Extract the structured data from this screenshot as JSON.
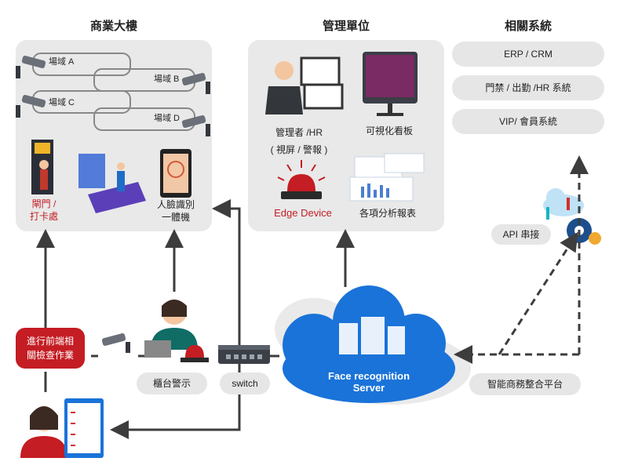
{
  "headers": {
    "building": "商業大樓",
    "management": "管理單位",
    "related": "相關系統"
  },
  "building": {
    "areas": [
      "場域 A",
      "場域 B",
      "場域 C",
      "場域 D"
    ],
    "gate_label": "閘門 /\n打卡處",
    "face_device_label": "人臉識別\n一體機"
  },
  "management": {
    "admin_label": "管理者 /HR\n( 視屏 / 警報 )",
    "dashboard_label": "可視化看板",
    "edge_label": "Edge Device",
    "reports_label": "各項分析報表"
  },
  "related_systems": [
    "ERP / CRM",
    "門禁 / 出勤 /HR 系統",
    "VIP/ 會員系統"
  ],
  "api_label": "API 串接",
  "platform_label": "智能商務整合平台",
  "server_label": "Face recognition\nServer",
  "counter_label": "櫃台警示",
  "switch_label": "switch",
  "frontline_label": "進行前端相\n關檢查作業",
  "colors": {
    "accent_red": "#c41d23",
    "cloud_blue": "#1a73d9",
    "panel_gray": "#e9e9e9",
    "arrow_gray": "#3d3d3d"
  }
}
